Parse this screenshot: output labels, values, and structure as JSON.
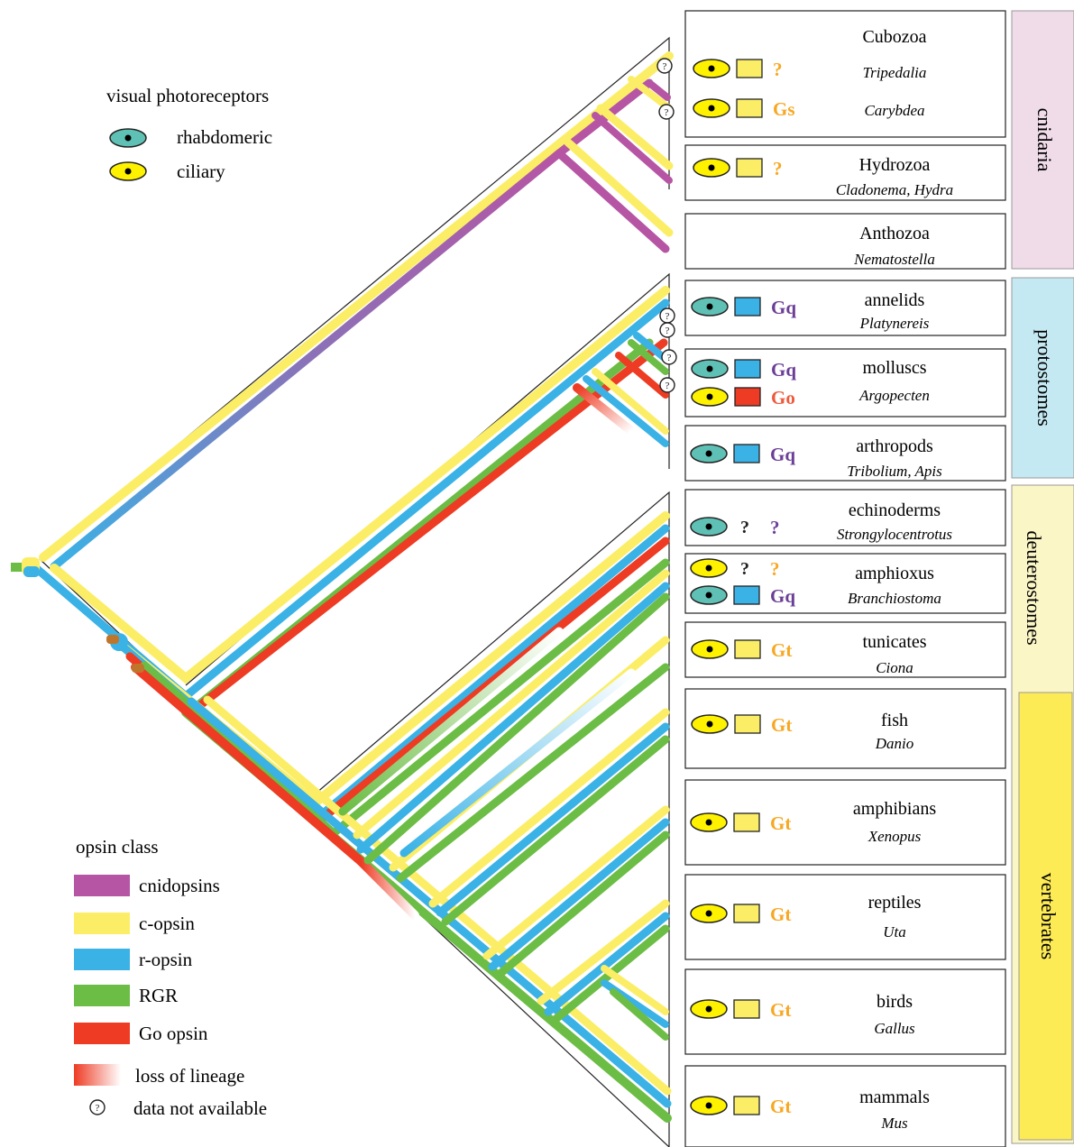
{
  "legend_photoreceptors": {
    "title": "visual photoreceptors",
    "rhabdomeric": "rhabdomeric",
    "ciliary": "ciliary"
  },
  "legend_opsins": {
    "title": "opsin class",
    "items": [
      {
        "label": "cnidopsins",
        "color": "#b655a4"
      },
      {
        "label": "c-opsin",
        "color": "#fbee66"
      },
      {
        "label": "r-opsin",
        "color": "#3ab2e6"
      },
      {
        "label": "RGR",
        "color": "#6cbd45"
      },
      {
        "label": "Go opsin",
        "color": "#ee3b23"
      }
    ],
    "loss": "loss of lineage",
    "na": "data not available"
  },
  "colors": {
    "cnidopsin": "#b655a4",
    "c_opsin": "#fbee66",
    "r_opsin": "#3ab2e6",
    "rgr": "#6cbd45",
    "go": "#ee3b23",
    "rhabdomeric_eye": "#5fc1b5",
    "ciliary_eye": "#fff200",
    "g_orange": "#f7a823",
    "g_purple": "#6c3f97",
    "g_red": "#ee5a3c",
    "cnidaria_band": "#f0dbe9",
    "protostomes_band": "#c5e9f3",
    "deuterostomes_band": "#fbf6c6",
    "vertebrates_band": "#fdeb55"
  },
  "groups": [
    {
      "label": "cnidaria"
    },
    {
      "label": "protostomes"
    },
    {
      "label": "deuterostomes"
    },
    {
      "label": "vertebrates"
    }
  ],
  "taxa": [
    {
      "name": "Cubozoa",
      "rows": [
        {
          "eye": "ciliary",
          "box": "yellow",
          "g": "?",
          "gcolor": "orange",
          "species": "Tripedalia"
        },
        {
          "eye": "ciliary",
          "box": "yellow",
          "g": "Gs",
          "gcolor": "orange",
          "species": "Carybdea"
        }
      ]
    },
    {
      "name": "Hydrozoa",
      "species": "Cladonema, Hydra",
      "rows": [
        {
          "eye": "ciliary",
          "box": "yellow",
          "g": "?",
          "gcolor": "orange"
        }
      ]
    },
    {
      "name": "Anthozoa",
      "species": "Nematostella",
      "rows": []
    },
    {
      "name": "annelids",
      "species": "Platynereis",
      "rows": [
        {
          "eye": "rhabdomeric",
          "box": "blue",
          "g": "Gq",
          "gcolor": "purple"
        }
      ]
    },
    {
      "name": "molluscs",
      "species": "Argopecten",
      "rows": [
        {
          "eye": "rhabdomeric",
          "box": "blue",
          "g": "Gq",
          "gcolor": "purple"
        },
        {
          "eye": "ciliary",
          "box": "red",
          "g": "Go",
          "gcolor": "red"
        }
      ]
    },
    {
      "name": "arthropods",
      "species": "Tribolium, Apis",
      "rows": [
        {
          "eye": "rhabdomeric",
          "box": "blue",
          "g": "Gq",
          "gcolor": "purple"
        }
      ]
    },
    {
      "name": "echinoderms",
      "species": "Strongylocentrotus",
      "rows": [
        {
          "eye": "rhabdomeric",
          "box": "?",
          "g": "?",
          "gcolor": "purple"
        }
      ]
    },
    {
      "name": "amphioxus",
      "species": "Branchiostoma",
      "rows": [
        {
          "eye": "ciliary",
          "box": "?",
          "g": "?",
          "gcolor": "orange"
        },
        {
          "eye": "rhabdomeric",
          "box": "blue",
          "g": "Gq",
          "gcolor": "purple"
        }
      ]
    },
    {
      "name": "tunicates",
      "species": "Ciona",
      "rows": [
        {
          "eye": "ciliary",
          "box": "yellow",
          "g": "Gt",
          "gcolor": "orange"
        }
      ]
    },
    {
      "name": "fish",
      "species": "Danio",
      "rows": [
        {
          "eye": "ciliary",
          "box": "yellow",
          "g": "Gt",
          "gcolor": "orange"
        }
      ]
    },
    {
      "name": "amphibians",
      "species": "Xenopus",
      "rows": [
        {
          "eye": "ciliary",
          "box": "yellow",
          "g": "Gt",
          "gcolor": "orange"
        }
      ]
    },
    {
      "name": "reptiles",
      "species": "Uta",
      "rows": [
        {
          "eye": "ciliary",
          "box": "yellow",
          "g": "Gt",
          "gcolor": "orange"
        }
      ]
    },
    {
      "name": "birds",
      "species": "Gallus",
      "rows": [
        {
          "eye": "ciliary",
          "box": "yellow",
          "g": "Gt",
          "gcolor": "orange"
        }
      ]
    },
    {
      "name": "mammals",
      "species": "Mus",
      "rows": [
        {
          "eye": "ciliary",
          "box": "yellow",
          "g": "Gt",
          "gcolor": "orange"
        }
      ]
    }
  ],
  "tree_stroke_order": [
    "c_opsin",
    "r_opsin",
    "rgr",
    "go"
  ]
}
